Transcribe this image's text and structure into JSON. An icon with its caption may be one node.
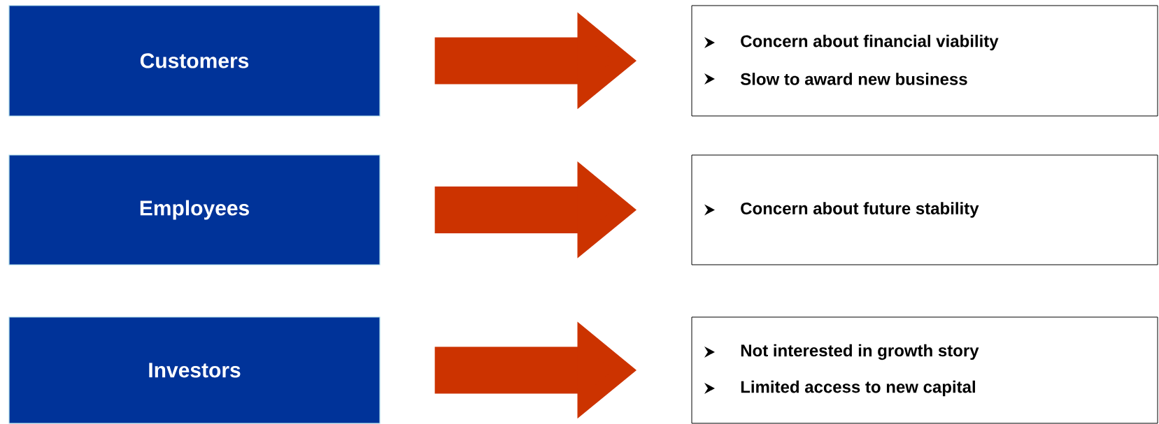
{
  "diagram": {
    "nodes": [
      {
        "text": [
          "Customers"
        ]
      },
      {
        "text": [
          "Employees"
        ]
      },
      {
        "text": [
          "Investors"
        ]
      },
      {
        "text": [
          "Concern about financial viability",
          "Slow to award new business"
        ]
      },
      {
        "text": [
          "Concern about future stability"
        ]
      },
      {
        "text": [
          "Not interested in growth story",
          "Limited access to new capital"
        ]
      }
    ],
    "edges": [
      {
        "from": 0,
        "to": 3,
        "arrow": "to"
      },
      {
        "from": 1,
        "to": 4,
        "arrow": "to"
      },
      {
        "from": 2,
        "to": 5,
        "arrow": "to"
      }
    ]
  }
}
